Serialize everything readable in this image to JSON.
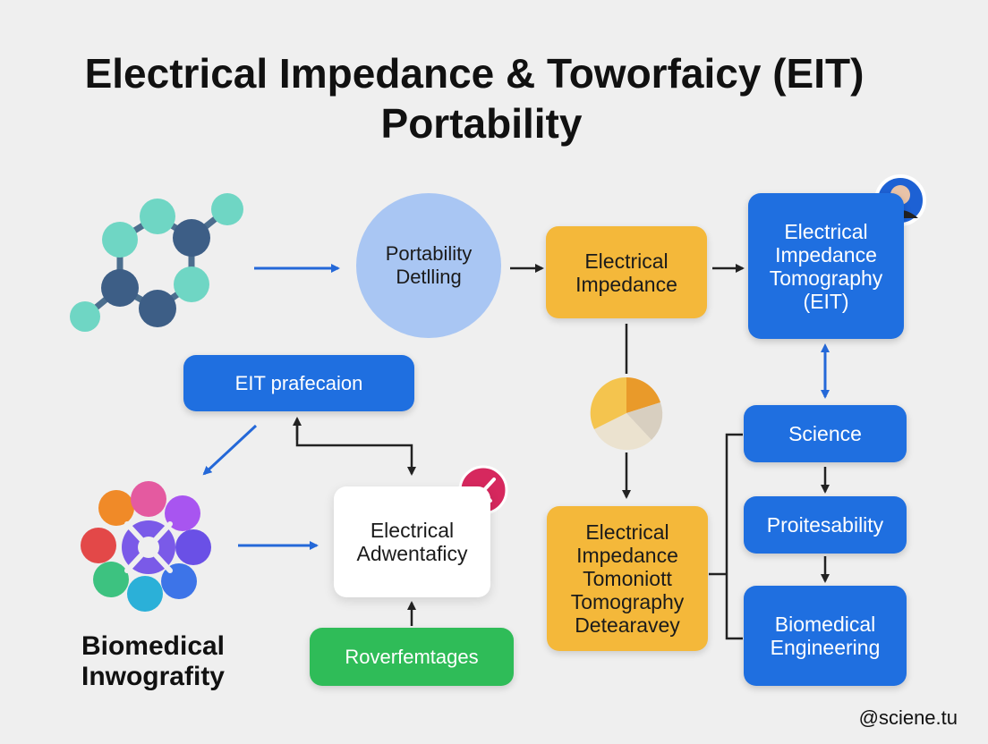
{
  "title": {
    "line1": "Electrical Impedance & Toworfaicy (EIT)",
    "line2": "Portability"
  },
  "nodes": {
    "portability_circle": "Portability Detlling",
    "electrical_impedance": "Electrical Impedance",
    "eit_box": "Electrical Impedance Tomography (EIT)",
    "eit_prafecaion": "EIT prafecaion",
    "electrical_adwentaficy": "Electrical Adwentaficy",
    "roverfemtages": "Roverfemtages",
    "detearavey": "Electrical Impedance Tomoniott Tomography Detearavey",
    "science": "Science",
    "proitesability": "Proitesability",
    "biomedical_engineering": "Biomedical Engineering"
  },
  "labels": {
    "biomedical_inwografity": "Biomedical Inwografity"
  },
  "watermark": "@sciene.tu",
  "colors": {
    "blue": "#1f6fe0",
    "yellow": "#f4b83a",
    "green": "#2fbc58",
    "light_blue": "#a9c6f3",
    "arrow_blue": "#2468d8",
    "badge_red": "#d6285e"
  },
  "icons": [
    "molecule-icon",
    "person-avatar-icon",
    "pie-chart-icon",
    "biomedical-logo-icon",
    "pen-badge-icon"
  ]
}
